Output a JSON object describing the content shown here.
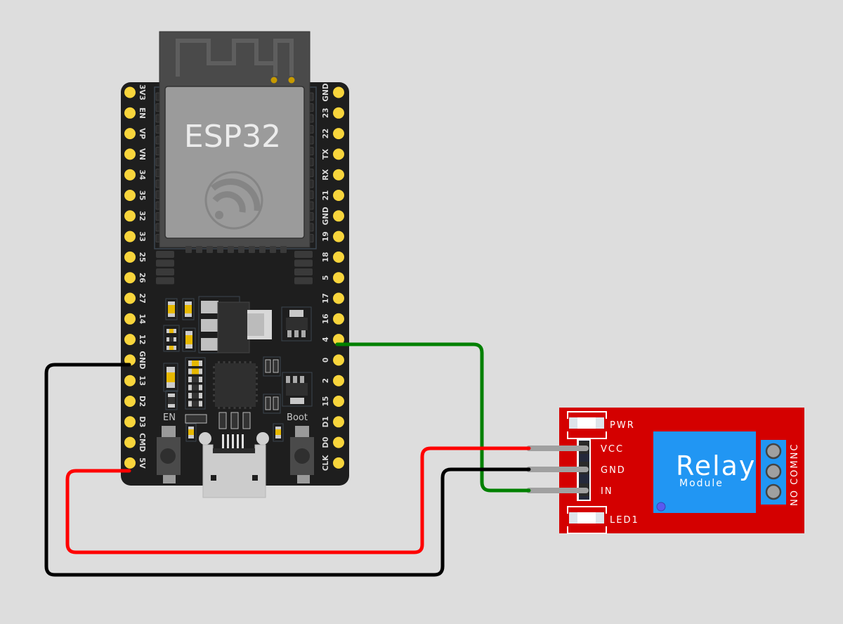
{
  "esp32": {
    "module_label": "ESP32",
    "left_pins": [
      "3V3",
      "EN",
      "VP",
      "VN",
      "34",
      "35",
      "32",
      "33",
      "25",
      "26",
      "27",
      "14",
      "12",
      "GND",
      "13",
      "D2",
      "D3",
      "CMD",
      "5V"
    ],
    "right_pins": [
      "GND",
      "23",
      "22",
      "TX",
      "RX",
      "21",
      "GND",
      "19",
      "18",
      "5",
      "17",
      "16",
      "4",
      "0",
      "2",
      "15",
      "D1",
      "D0",
      "CLK"
    ],
    "en_button_label": "EN",
    "boot_button_label": "Boot"
  },
  "relay": {
    "title": "Relay",
    "subtitle": "Module",
    "pwr_label": "PWR",
    "led_label": "LED1",
    "pins": [
      "VCC",
      "GND",
      "IN"
    ],
    "terminals": [
      "NO",
      "COM",
      "NC"
    ],
    "terminal_label": "NO COMNC"
  },
  "wires": [
    {
      "from": "ESP32.4",
      "to": "Relay.IN",
      "color": "#008000"
    },
    {
      "from": "ESP32.5V",
      "to": "Relay.VCC",
      "color": "#ff0000"
    },
    {
      "from": "ESP32.GND",
      "to": "Relay.GND",
      "color": "#000000"
    }
  ],
  "colors": {
    "background": "#dddddd",
    "board": "#1e1e1e",
    "pin": "#f8d53c",
    "relay_pcb": "#d40000",
    "relay_body": "#2196f3"
  }
}
